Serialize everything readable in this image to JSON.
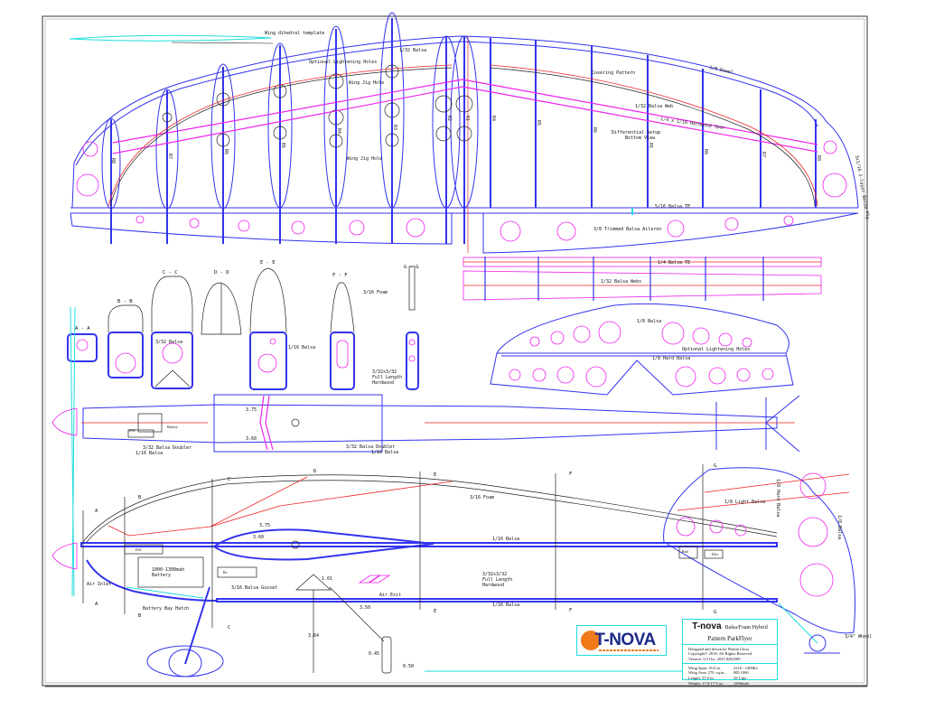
{
  "wing": {
    "small_view_label": "Wing dihedral template",
    "labels": {
      "optional_lightening_holes": "Optional Lightening Holes",
      "wing_jig_hole_1": "Wing Jig Hole",
      "wing_jig_hole_2": "Wing Jig Hole",
      "balsa_132": "1/32 Balsa",
      "covering_pattern": "Covering Pattern",
      "dowel": "1/8 Dowel",
      "web": "1/32 Balsa Web",
      "spar": "1/4 x 1/16 Hardwood Spar",
      "differential": "Differential Setup",
      "bottom_view": "Bottom View",
      "tip": "3x1/16 2-layer Balsa Ply",
      "te": "5/16 Balsa TE",
      "aileron": "3/8 Trimmed Balsa Aileron"
    },
    "ribs_left": [
      "R8",
      "R7",
      "R6",
      "R5",
      "R4",
      "R3",
      "R2",
      "R1"
    ],
    "ribs_right": [
      "R4",
      "R5",
      "R6",
      "R5",
      "R6",
      "R7",
      "R8"
    ]
  },
  "strips": {
    "te_label": "1/4 Balsa TE",
    "webs_label": "1/32 Balsa Webs"
  },
  "stab": {
    "balsa": "1/8 Balsa",
    "holes": "Optional Lightening Holes",
    "hard": "1/8 Hard Balsa"
  },
  "sections": {
    "aa": "A - A",
    "bb": "B - B",
    "cc": "C - C",
    "dd": "D - D",
    "ee": "E - E",
    "ff": "F - F",
    "gg": "G - G",
    "c_balsa": "3/32 Balsa",
    "f_foam": "3/16 Foam",
    "f_balsa": "1/16 Balsa",
    "f_hard1": "3/32x3/32",
    "f_hard2": "Full Length",
    "f_hard3": "Hardwood"
  },
  "top_view": {
    "esc": "ESC",
    "battery": "Battery",
    "dim1": "3.75",
    "dim2": "3.60",
    "doubler_left": "3/32 Balsa Doubler",
    "balsa_left": "1/16 Balsa",
    "doubler_right": "3/32 Balsa Doubler",
    "balsa_right": "1/16 Balsa"
  },
  "side_view": {
    "esc": "ESC",
    "battery1": "1000-1300mah",
    "battery2": "Battery",
    "rx": "Rx",
    "air_inlet": "Air Inlet",
    "hatch": "Battery Bay Hatch",
    "gusset": "3/16 Balsa Gusset",
    "air_exit": "Air Exit",
    "foam": "3/16 Foam",
    "balsa_top": "1/16 Balsa",
    "balsa_bottom": "1/16 Balsa",
    "hard1": "3/32x3/32",
    "hard2": "Full Length",
    "hard3": "Hardwood",
    "dim_375": "3.75",
    "dim_360": "3.60",
    "dim_364": "3.64",
    "dim_350": "3.50",
    "dim_101": "1.01",
    "dim_045": "0.45",
    "dim_050": "0.50",
    "rud": "Rud",
    "elev": "Elev",
    "light_balsa": "1/8 Light Balsa",
    "fin_balsa": "1/8 Hard Balsa",
    "rudder_balsa": "1/8 Balsa",
    "wheel": "3/4\" Wheel",
    "sec_letters": [
      "A",
      "B",
      "C",
      "D",
      "E",
      "F",
      "G"
    ]
  },
  "title_block": {
    "brand": "T-nova",
    "subtitle1": "Balsa/Foam Hybrid",
    "subtitle2": "Pattern ParkFlyer",
    "designer": "Designed and drawn by Martin Chou",
    "copyright": "Copyright© 2018. All Rights Reserved",
    "version": "Version: 3.0   Oct. 2025  8282589",
    "specs": [
      {
        "k": "Wing Span: 35.0 in.",
        "v": "2210 - 1400Kv"
      },
      {
        "k": "Wing Area: 270. sq.in.",
        "v": "HD 1060"
      },
      {
        "k": "Length: 35.9 in.",
        "v": "3S Lipo"
      },
      {
        "k": "Weight: 17.0-17.5 oz.",
        "v": "1300mah"
      }
    ]
  },
  "logo": {
    "text": "T-NOVA"
  },
  "colors": {
    "structure": "#3333ee",
    "holes": "#ee22ee",
    "cover": "#ee2222",
    "border": "#22dddd",
    "logo_orange": "#f07a1a",
    "logo_blue": "#1b2a8a"
  }
}
